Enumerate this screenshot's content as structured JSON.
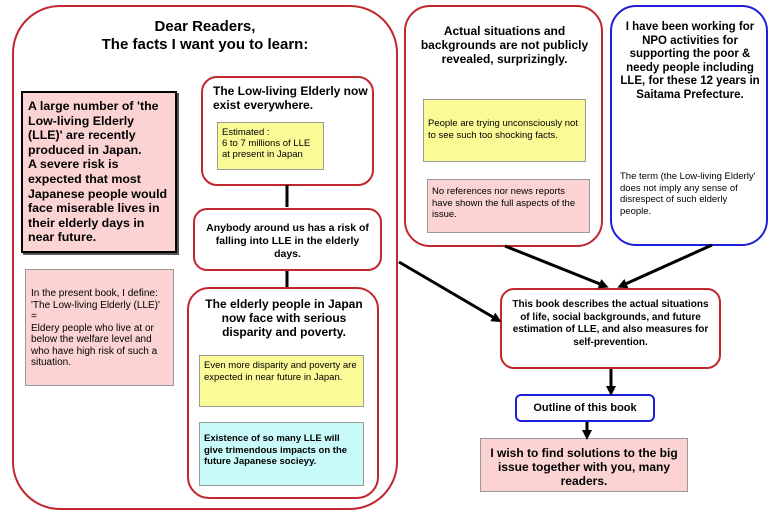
{
  "main": {
    "title_line1": "Dear Readers,",
    "title_line2": "The facts I want you to learn:"
  },
  "lle_summary": {
    "text": "A large number of 'the Low-living Elderly (LLE)' are recently produced in Japan.\nA severe risk is expected that most Japanese people would face miserable lives in their elderly days in near future."
  },
  "definition": {
    "text": "In the present book, I define:\n'The Low-living Elderly (LLE)'\n=\nEldery people who live at or below the welfare level and who have high risk of such a situation."
  },
  "lle_exist": {
    "title": "The Low-living Elderly now exist everywhere.",
    "estimate": "Estimated :\n6 to 7 millions of LLE\nat present in Japan"
  },
  "risk": {
    "text": "Anybody  around us has a risk of falling into LLE in the elderly days."
  },
  "disparity": {
    "title": "The elderly people in Japan now face with serious disparity and poverty.",
    "future_note": "Even more  disparity and poverty are expected in near future in Japan.",
    "impact_note": "Existence of so many LLE will give trimendous impacts on the future Japanese socieyy."
  },
  "situations": {
    "title": "Actual situations and backgrounds are not publicly revealed, surprizingly.",
    "note1": "People are trying unconsciously not to see such too shocking facts.",
    "note2": "No references nor news reports have shown the full aspects of the issue."
  },
  "author": {
    "title": "I have been working for NPO activities for supporting the poor & needy people including LLE, for these 12 years in Saitama Prefecture.",
    "note": "The term (the Low-living Elderly' does not imply any sense of disrespect of such elderly people."
  },
  "book": {
    "describes": "This book describes the actual situations of life, social backgrounds, and future estimation of LLE, and also measures for self-prevention.",
    "outline": "Outline of this book",
    "wish": "I wish to find solutions to the big issue together with you, many readers."
  },
  "colors": {
    "red_border": "#c0272d",
    "blue_border": "#1f1fd6",
    "pink": "#fbd3d3",
    "yellow": "#fafa96",
    "cyan": "#c8fafa"
  }
}
